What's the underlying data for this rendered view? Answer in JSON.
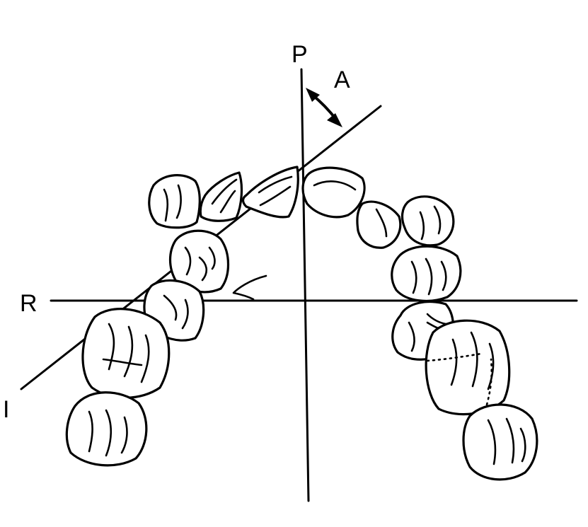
{
  "labels": {
    "p": "P",
    "a": "A",
    "r": "R",
    "i": "I"
  },
  "colors": {
    "ink": "#000000",
    "background": "#ffffff"
  }
}
